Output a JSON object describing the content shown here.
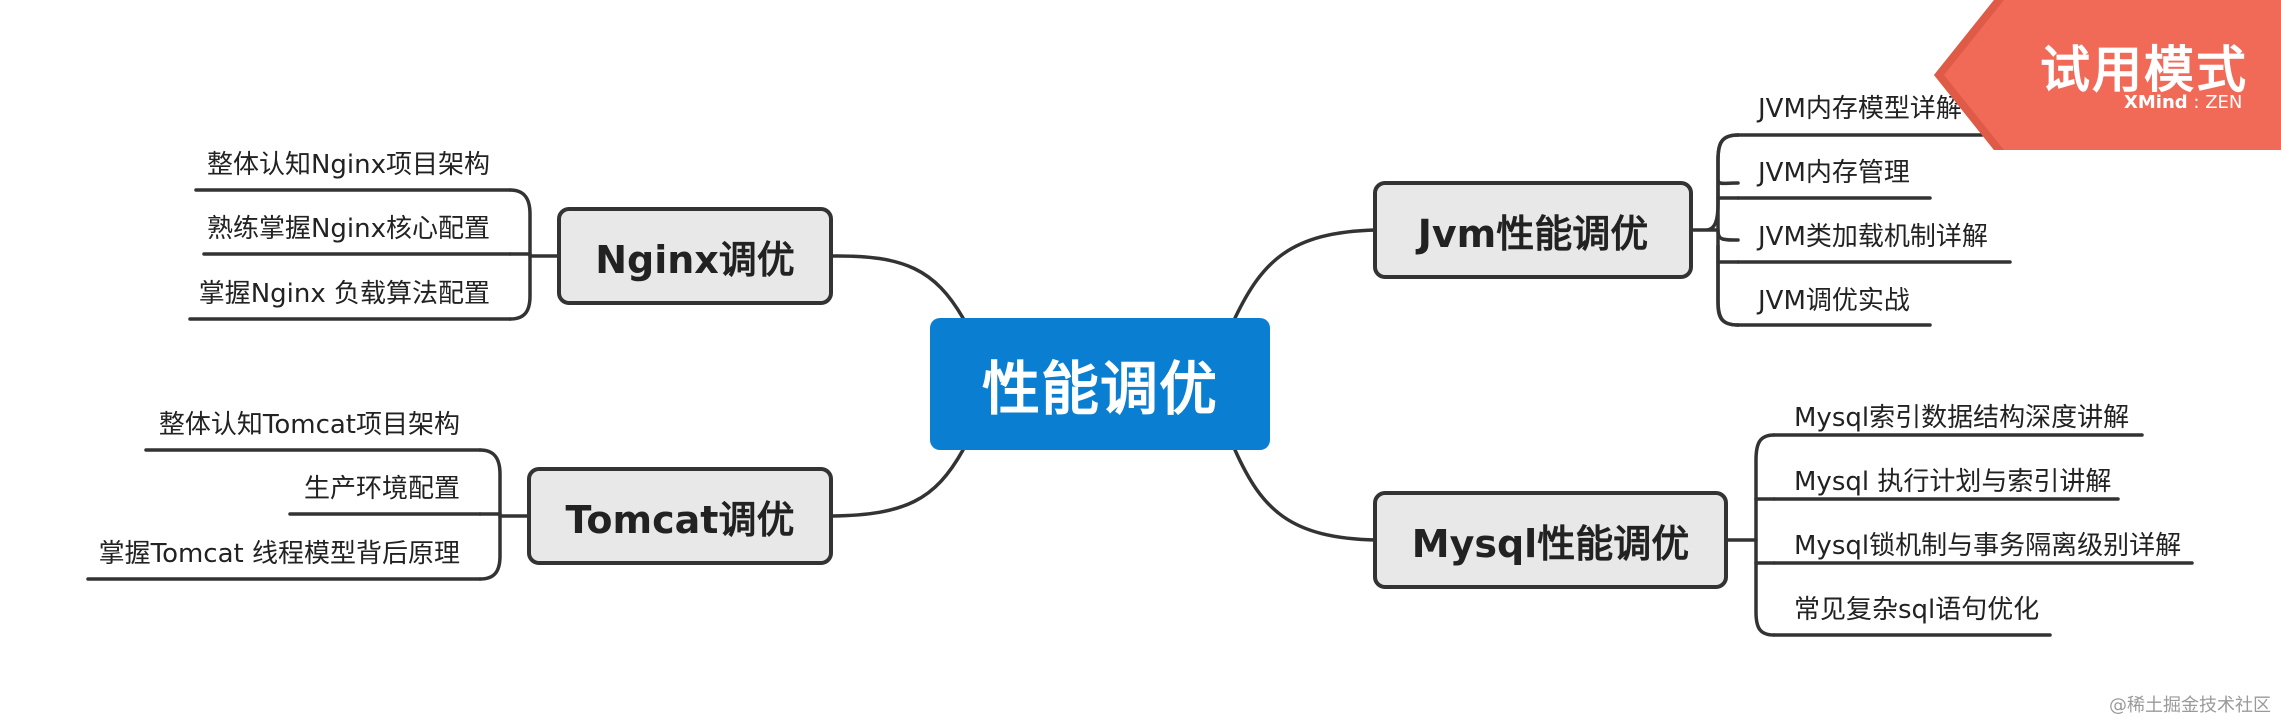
{
  "central": "性能调优",
  "branches": {
    "nginx": {
      "label": "Nginx调优",
      "items": [
        "整体认知Nginx项目架构",
        "熟练掌握Nginx核心配置",
        "掌握Nginx 负载算法配置"
      ]
    },
    "tomcat": {
      "label": "Tomcat调优",
      "items": [
        "整体认知Tomcat项目架构",
        "生产环境配置",
        "掌握Tomcat 线程模型背后原理"
      ]
    },
    "jvm": {
      "label": "Jvm性能调优",
      "items": [
        "JVM内存模型详解",
        "JVM内存管理",
        "JVM类加载机制详解",
        "JVM调优实战"
      ]
    },
    "mysql": {
      "label": "Mysql性能调优",
      "items": [
        "Mysql索引数据结构深度讲解",
        "Mysql 执行计划与索引讲解",
        "Mysql锁机制与事务隔离级别详解",
        "常见复杂sql语句优化"
      ]
    }
  },
  "trial_badge": {
    "title": "试用模式",
    "brand": "XMind",
    "edition": "ZEN"
  },
  "watermark": "@稀土掘金技术社区",
  "colors": {
    "central": "#0a7fd2",
    "badge": "#f06a57",
    "line": "#333333",
    "node_fill": "#e8e8e8"
  }
}
